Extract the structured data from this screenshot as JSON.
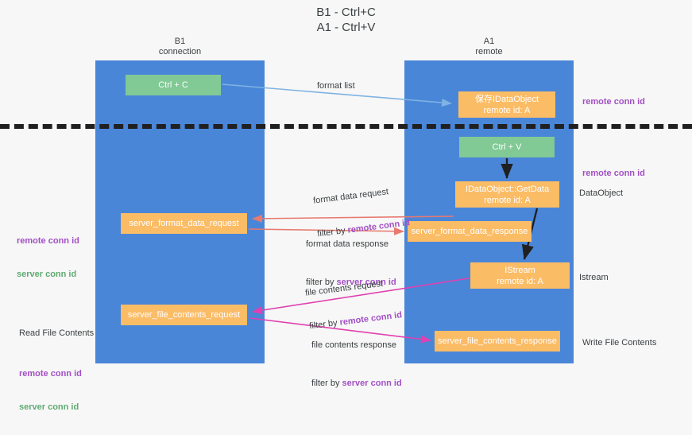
{
  "title": "B1 - Ctrl+C\nA1 - Ctrl+V",
  "columns": {
    "left": "B1\nconnection",
    "right": "A1\nremote"
  },
  "nodes": {
    "ctrl_c": "Ctrl + C",
    "idataobject": "保存IDataObject\nremote id: A",
    "ctrl_v": "Ctrl + V",
    "getdata": "IDataObject::GetData\nremote id: A",
    "server_format_data_request": "server_format_data_request",
    "server_format_data_response": "server_format_data_response",
    "istream": "IStream\nremote id: A",
    "server_file_contents_request": "server_file_contents_request",
    "server_file_contents_response": "server_file_contents_response"
  },
  "edge_labels": {
    "format_list": "format list",
    "format_data_request": "format data request",
    "format_data_request_filter_prefix": "filter by ",
    "format_data_request_filter_key": "remote conn id",
    "format_data_response": "format data response",
    "format_data_response_filter_prefix": "filter by ",
    "format_data_response_filter_key": "server conn id",
    "file_contents_request": "file contents request",
    "file_contents_request_filter_prefix": "filter by ",
    "file_contents_request_filter_key": "remote conn id",
    "file_contents_response": "file contents response",
    "file_contents_response_filter_prefix": "filter by ",
    "file_contents_response_filter_key": "server conn id"
  },
  "annotations": {
    "right_remote_conn_id_top": "remote conn id",
    "right_remote_conn_id_mid": "remote conn id",
    "dataobject": "DataObject",
    "istream": "Istream",
    "write_file_contents": "Write File Contents",
    "left_remote_conn_id": "remote conn id",
    "left_server_conn_id": "server conn id",
    "read_file_contents": "Read File Contents",
    "left_remote_conn_id_2": "remote conn id",
    "left_server_conn_id_2": "server conn id"
  },
  "colors": {
    "lane": "#4a86d8",
    "node_green": "#81c995",
    "node_orange": "#fbbc66",
    "accent_purple": "#a24fc4",
    "accent_green": "#5fab72",
    "arrow_blue": "#7fb3e3",
    "arrow_red": "#e8796f",
    "arrow_magenta": "#e040b0",
    "arrow_black": "#202020",
    "background": "#f7f7f7"
  }
}
